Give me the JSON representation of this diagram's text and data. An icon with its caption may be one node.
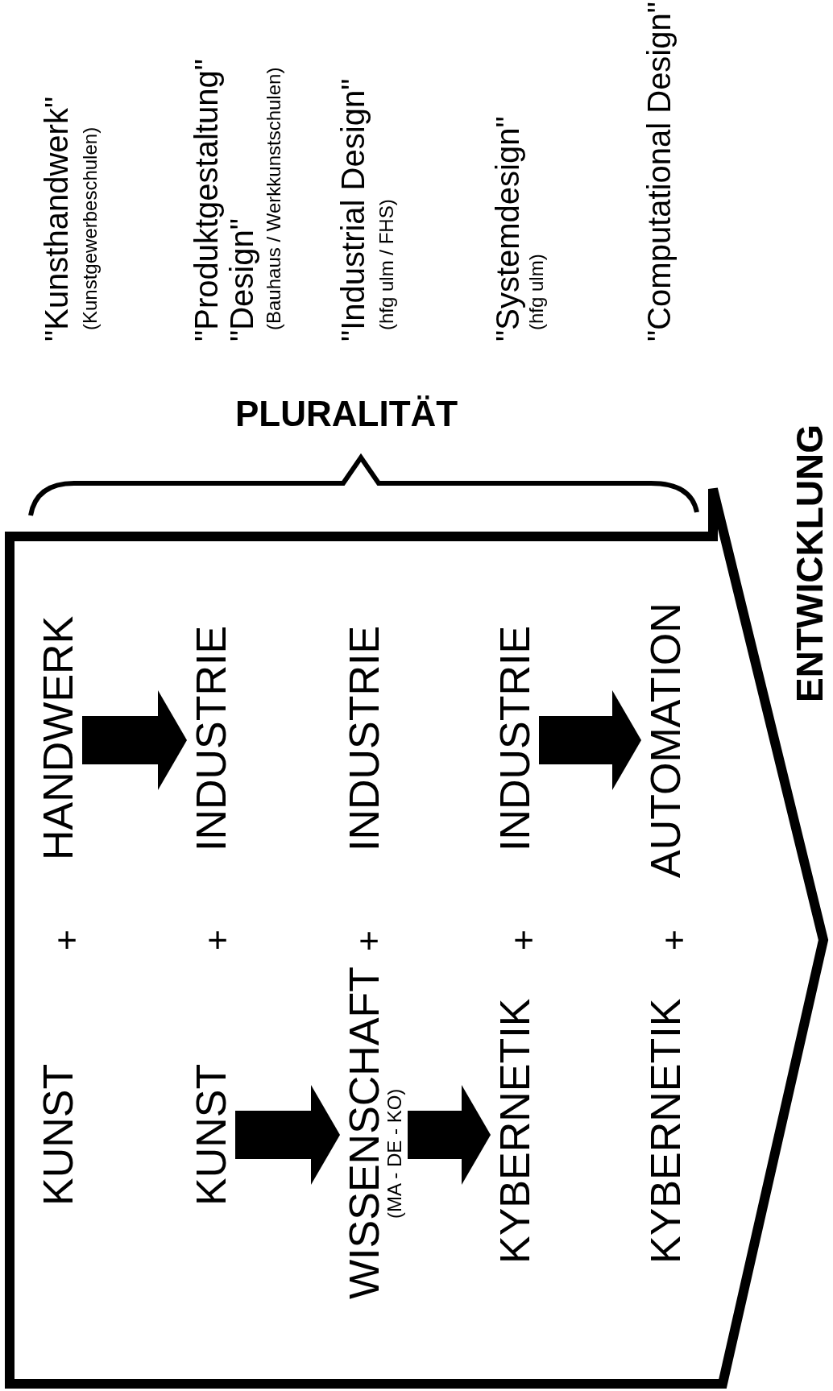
{
  "diagram": {
    "nodes": [
      {
        "text": [],
        "shape": "arrow",
        "beside": [
          "ENTWICKLUNG"
        ]
      },
      {
        "text": [
          "KUNST"
        ],
        "in": 0
      },
      {
        "text": [
          "HANDWERK"
        ],
        "in": 0
      },
      {
        "text": [
          "KUNST"
        ],
        "in": 0
      },
      {
        "text": [
          "INDUSTRIE"
        ],
        "in": 0
      },
      {
        "text": [
          "WISSENSCHAFT",
          "(MA - DE - KO)"
        ],
        "in": 0
      },
      {
        "text": [
          "INDUSTRIE"
        ],
        "in": 0
      },
      {
        "text": [
          "KYBERNETIK"
        ],
        "in": 0
      },
      {
        "text": [
          "INDUSTRIE"
        ],
        "in": 0
      },
      {
        "text": [
          "KYBERNETIK"
        ],
        "in": 0
      },
      {
        "text": [
          "AUTOMATION"
        ],
        "in": 0
      }
    ],
    "edges": [
      {
        "from": 2,
        "to": 4,
        "arrow": "to"
      },
      {
        "from": 3,
        "to": 5,
        "arrow": "to"
      },
      {
        "from": 5,
        "to": 7,
        "arrow": "to"
      },
      {
        "from": 8,
        "to": 10,
        "arrow": "to"
      }
    ],
    "labels": [
      "\"Kunsthandwerk\"",
      "(Kunstgewerbeschulen)",
      "\"Produktgestaltung\"",
      "\"Design\"",
      "(Bauhaus / Werkkunstschulen)",
      "\"Industrial Design\"",
      "(hfg ulm / FHS)",
      "\"Systemdesign\"",
      "(hfg ulm)",
      "\"Computational Design\"",
      "PLURALITÄT",
      "+",
      "+",
      "+",
      "+",
      "+"
    ]
  }
}
